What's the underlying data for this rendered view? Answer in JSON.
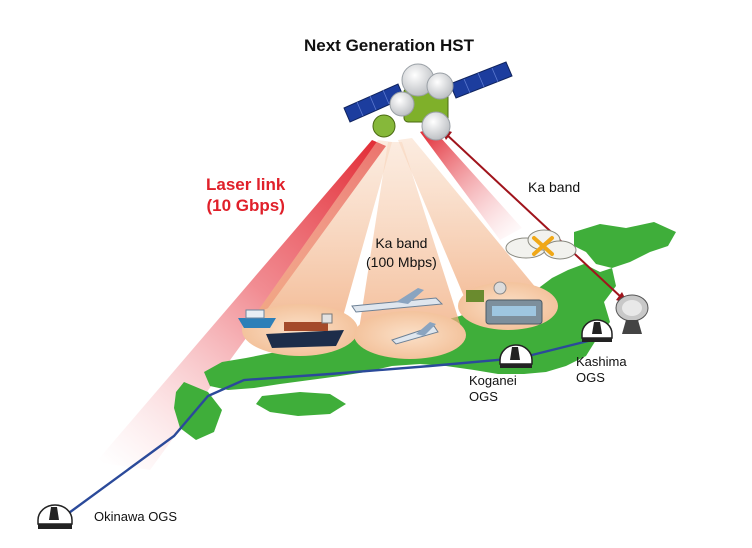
{
  "title": "Next Generation HST",
  "laser_link": {
    "line1": "Laser link",
    "line2": "(10 Gbps)"
  },
  "ka_band_uplink": "Ka band",
  "ka_band_beams": {
    "line1": "Ka band",
    "line2": "(100 Mbps)"
  },
  "stations": {
    "koganei": {
      "line1": "Koganei",
      "line2": "OGS"
    },
    "kashima": {
      "line1": "Kashima",
      "line2": "OGS"
    },
    "okinawa": "Okinawa OGS"
  },
  "colors": {
    "laser": "#e0202a",
    "ka_link": "#a0141c",
    "beam": "#f2b48a",
    "land": "#3fae3a",
    "fiber": "#2b4a9a"
  }
}
